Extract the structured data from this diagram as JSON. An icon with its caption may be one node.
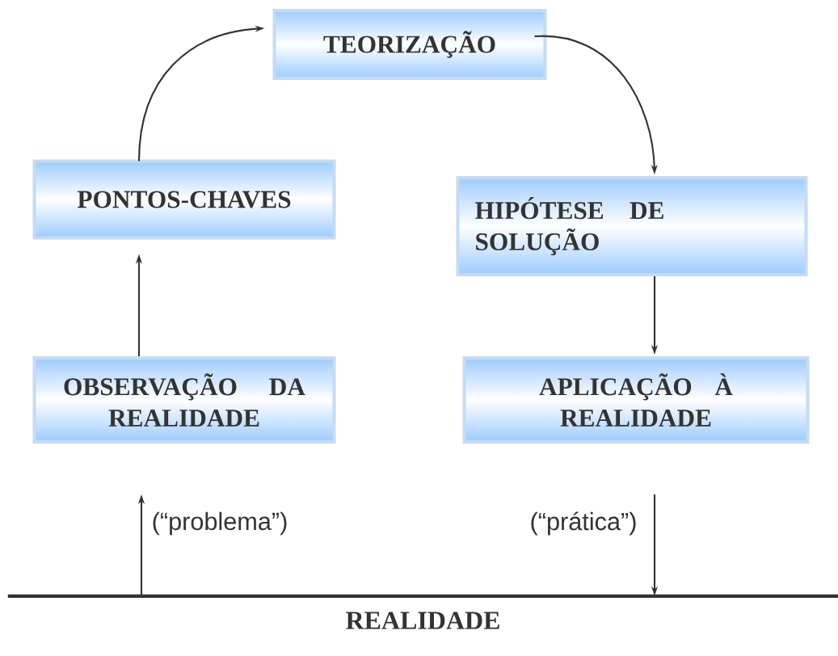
{
  "diagram": {
    "nodes": [
      {
        "text": [
          "TEORIZAÇÃO"
        ]
      },
      {
        "text": [
          "PONTOS-CHAVES"
        ]
      },
      {
        "text": [
          "HIPÓTESE DE SOLUÇÃO"
        ]
      },
      {
        "text": [
          "OBSERVAÇÃO DA REALIDADE"
        ]
      },
      {
        "text": [
          "APLICAÇÃO À REALIDADE"
        ]
      },
      {
        "text": [
          "REALIDADE"
        ]
      }
    ],
    "edges": [
      {
        "from": 3,
        "to": 1,
        "arrow": "to"
      },
      {
        "from": 1,
        "to": 0,
        "arrow": "to"
      },
      {
        "from": 0,
        "to": 2,
        "arrow": "to"
      },
      {
        "from": 2,
        "to": 4,
        "arrow": "to"
      },
      {
        "from": 5,
        "to": null,
        "arrow": "to",
        "label": "(“problema”)"
      },
      {
        "from": null,
        "to": 5,
        "arrow": "to",
        "label": "(“prática”)"
      }
    ]
  }
}
